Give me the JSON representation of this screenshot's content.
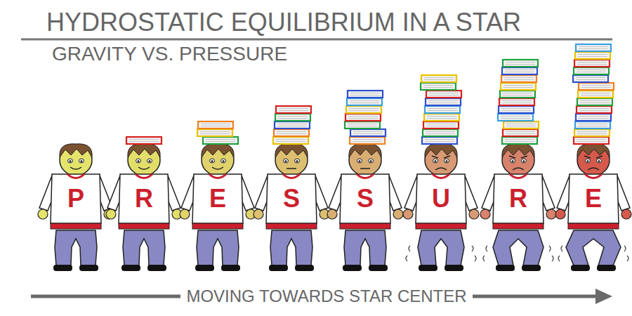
{
  "diagram": {
    "title": "HYDROSTATIC EQUILIBRIUM IN A STAR",
    "nodes": [
      {
        "text": [
          "P"
        ]
      },
      {
        "text": [
          "R"
        ]
      },
      {
        "text": [
          "E"
        ]
      },
      {
        "text": [
          "S"
        ]
      },
      {
        "text": [
          "S"
        ]
      },
      {
        "text": [
          "U"
        ]
      },
      {
        "text": [
          "R"
        ]
      },
      {
        "text": [
          "E"
        ]
      }
    ],
    "labels": [
      "GRAVITY VS. PRESSURE",
      "MOVING TOWARDS STAR CENTER"
    ]
  }
}
